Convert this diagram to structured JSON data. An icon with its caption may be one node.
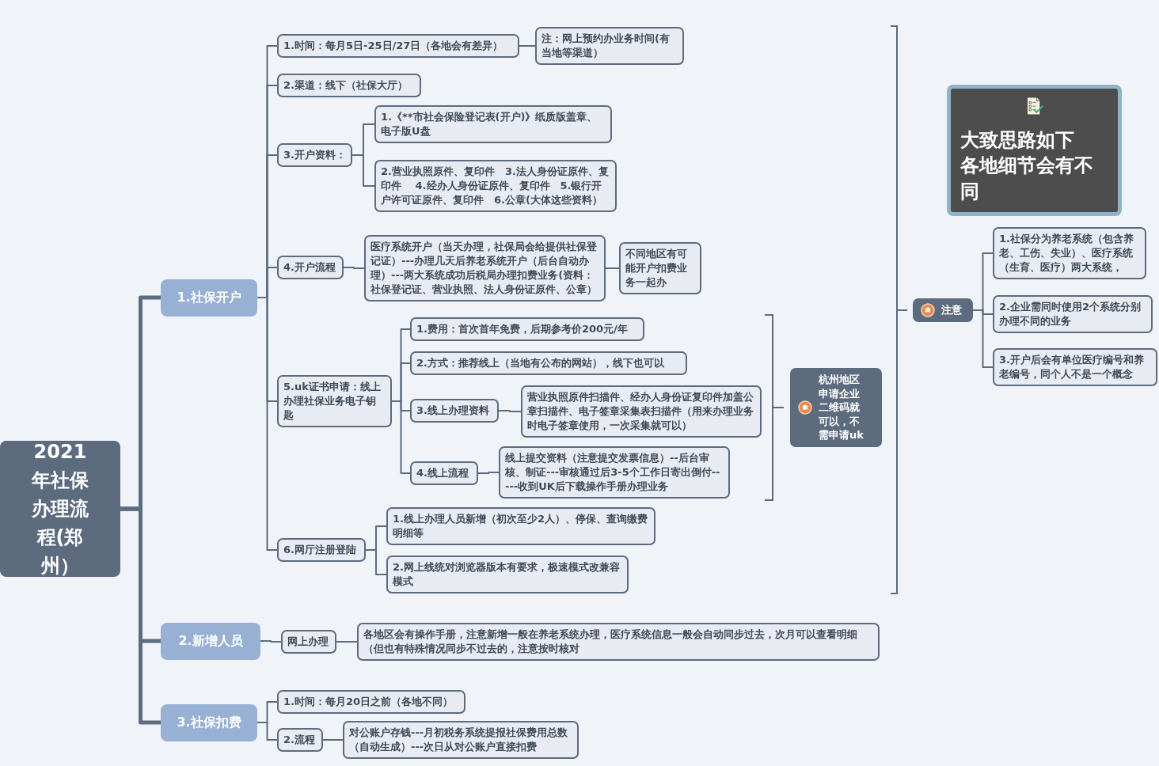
{
  "diagram": {
    "nodes": [
      {
        "text": [
          "2021年社保办理流程(郑州）"
        ]
      },
      {
        "text": [
          "1.社保开户"
        ]
      },
      {
        "text": [
          "2.新增人员"
        ]
      },
      {
        "text": [
          "3.社保扣费"
        ]
      },
      {
        "text": [
          "1.时间：每月5日-25日/27日（各地会有差异）"
        ]
      },
      {
        "text": [
          "注：网上预约办业务时间(有当地等渠道）"
        ]
      },
      {
        "text": [
          "2.渠道：线下（社保大厅）"
        ]
      },
      {
        "text": [
          "3.开户资料："
        ]
      },
      {
        "text": [
          "1.《**市社会保险登记表(开户)》纸质版盖章、电子版U盘"
        ]
      },
      {
        "text": [
          "2.营业执照原件、复印件　3.法人身份证原件、复印件　 4.经办人身份证原件、复印件　5.银行开户许可证原件、复印件　6.公章(大体这些资料）"
        ]
      },
      {
        "text": [
          "4.开户流程"
        ]
      },
      {
        "text": [
          "医疗系统开户（当天办理，社保局会给提供社保登记证）---办理几天后养老系统开户（后台自动办理）---两大系统成功后税局办理扣费业务(资料：社保登记证、营业执照、法人身份证原件、公章）"
        ]
      },
      {
        "text": [
          "不同地区有可能开户扣费业务一起办"
        ]
      },
      {
        "text": [
          "5.uk证书申请：线上办理社保业务电子钥匙"
        ]
      },
      {
        "text": [
          "1.费用：首次首年免费，后期参考价200元/年"
        ]
      },
      {
        "text": [
          "2.方式：推荐线上（当地有公布的网站），线下也可以"
        ]
      },
      {
        "text": [
          "3.线上办理资料"
        ]
      },
      {
        "text": [
          "营业执照原件扫描件、经办人身份证复印件加盖公章扫描件、电子签章采集表扫描件（用来办理业务时电子签章使用，一次采集就可以）"
        ]
      },
      {
        "text": [
          "4.线上流程"
        ]
      },
      {
        "text": [
          "线上提交资料（注意提交发票信息）--后台审核、制证---审核通过后3-5个工作日寄出倒付-----收到UK后下载操作手册办理业务"
        ]
      },
      {
        "text": [
          "6.网厅注册登陆"
        ]
      },
      {
        "text": [
          "1.线上办理人员新增（初次至少2人）、停保、查询缴费明细等"
        ]
      },
      {
        "text": [
          "2.网上线统对浏览器版本有要求，极速模式改兼容模式"
        ]
      },
      {
        "text": [
          "杭州地区申请企业二维码就可以，不需申请uk"
        ]
      },
      {
        "text": [
          "大致思路如下",
          "各地细节会有不同"
        ]
      },
      {
        "text": [
          "注意"
        ]
      },
      {
        "text": [
          "1.社保分为养老系统（包含养老、工伤、失业）、医疗系统（生育、医疗）两大系统，"
        ]
      },
      {
        "text": [
          "2.企业需同时使用2个系统分别办理不同的业务"
        ]
      },
      {
        "text": [
          "3.开户后会有单位医疗编号和养老编号，同个人不是一个概念"
        ]
      },
      {
        "text": [
          "网上办理"
        ]
      },
      {
        "text": [
          "各地区会有操作手册，注意新增一般在养老系统办理，医疗系统信息一般会自动同步过去，次月可以查看明细（但也有特殊情况同步不过去的，注意按时核对"
        ]
      },
      {
        "text": [
          "1.时间：每月20日之前（各地不同）"
        ]
      },
      {
        "text": [
          "2.流程"
        ]
      },
      {
        "text": [
          "对公账户存钱---月初税务系统提报社保费用总数（自动生成）---次日从对公账户直接扣费"
        ]
      }
    ],
    "edges": [
      {
        "from": 0,
        "to": 1,
        "arrow": "none",
        "style": "thick"
      },
      {
        "from": 0,
        "to": 2,
        "arrow": "none",
        "style": "thick"
      },
      {
        "from": 0,
        "to": 3,
        "arrow": "none",
        "style": "thick"
      },
      {
        "from": 1,
        "to": 4,
        "arrow": "none"
      },
      {
        "from": 1,
        "to": 6,
        "arrow": "none"
      },
      {
        "from": 1,
        "to": 7,
        "arrow": "none"
      },
      {
        "from": 1,
        "to": 10,
        "arrow": "none"
      },
      {
        "from": 1,
        "to": 13,
        "arrow": "none"
      },
      {
        "from": 1,
        "to": 20,
        "arrow": "none"
      },
      {
        "from": 4,
        "to": 5,
        "arrow": "none"
      },
      {
        "from": 7,
        "to": 8,
        "arrow": "none"
      },
      {
        "from": 7,
        "to": 9,
        "arrow": "none"
      },
      {
        "from": 10,
        "to": 11,
        "arrow": "none"
      },
      {
        "from": 11,
        "to": 12,
        "arrow": "none"
      },
      {
        "from": 13,
        "to": 14,
        "arrow": "none"
      },
      {
        "from": 13,
        "to": 15,
        "arrow": "none"
      },
      {
        "from": 13,
        "to": 16,
        "arrow": "none"
      },
      {
        "from": 13,
        "to": 18,
        "arrow": "none"
      },
      {
        "from": 16,
        "to": 17,
        "arrow": "none"
      },
      {
        "from": 18,
        "to": 19,
        "arrow": "none"
      },
      {
        "from": 20,
        "to": 21,
        "arrow": "none"
      },
      {
        "from": 20,
        "to": 22,
        "arrow": "none"
      },
      {
        "from": 25,
        "to": 26,
        "arrow": "none"
      },
      {
        "from": 25,
        "to": 27,
        "arrow": "none"
      },
      {
        "from": 25,
        "to": 28,
        "arrow": "none"
      },
      {
        "from": 2,
        "to": 29,
        "arrow": "none"
      },
      {
        "from": 29,
        "to": 30,
        "arrow": "none"
      },
      {
        "from": 3,
        "to": 31,
        "arrow": "none"
      },
      {
        "from": 3,
        "to": 32,
        "arrow": "none"
      },
      {
        "from": 32,
        "to": 33,
        "arrow": "none"
      }
    ]
  }
}
